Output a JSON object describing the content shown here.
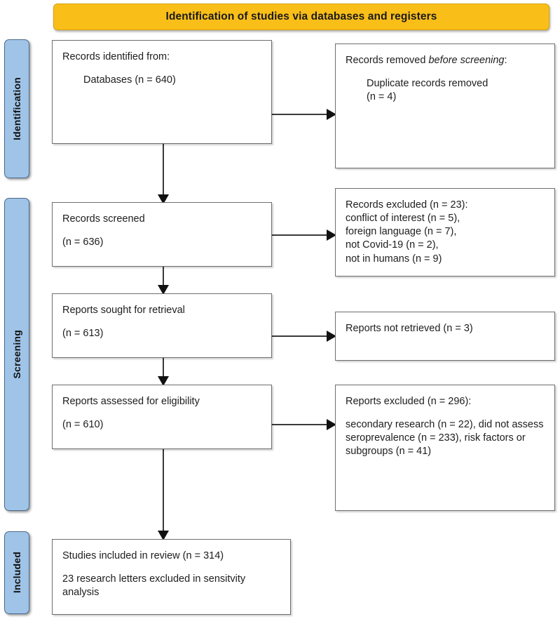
{
  "banner": {
    "label": "Identification of studies via databases and registers"
  },
  "stages": [
    {
      "id": "identification",
      "label": "Identification"
    },
    {
      "id": "screening",
      "label": "Screening"
    },
    {
      "id": "included",
      "label": "Included"
    }
  ],
  "nodes": {
    "identified": {
      "line1": "Records identified from:",
      "line2": "Databases (n = 640)"
    },
    "removed": {
      "line1_a": "Records removed ",
      "line1_em": "before screening",
      "line1_b": ":",
      "line2": "Duplicate records removed",
      "line3": "(n = 4)"
    },
    "screened": {
      "line1": "Records screened",
      "line2": "(n = 636)"
    },
    "excluded_records": {
      "line1": "Records excluded (n = 23):",
      "line2": "conflict of interest (n = 5),",
      "line3": "foreign language (n = 7),",
      "line4": "not Covid-19 (n = 2),",
      "line5": "not in humans (n = 9)"
    },
    "sought": {
      "line1": "Reports sought for retrieval",
      "line2": "(n = 613)"
    },
    "not_retrieved": {
      "line1": "Reports not retrieved (n = 3)"
    },
    "assessed": {
      "line1": "Reports assessed for eligibility",
      "line2": "(n = 610)"
    },
    "excluded_reports": {
      "line1": "Reports excluded (n = 296):",
      "line2": "secondary research (n = 22), did not assess seroprevalence (n = 233), risk factors or subgroups (n = 41)"
    },
    "included": {
      "line1": "Studies included in review (n = 314)",
      "line2": "23 research letters excluded in sensitvity analysis"
    }
  },
  "colors": {
    "banner_fill": "#F9BE18",
    "stage_fill": "#A0C4E8",
    "node_border": "#6E6E6E",
    "connector": "#3A3A3A"
  }
}
